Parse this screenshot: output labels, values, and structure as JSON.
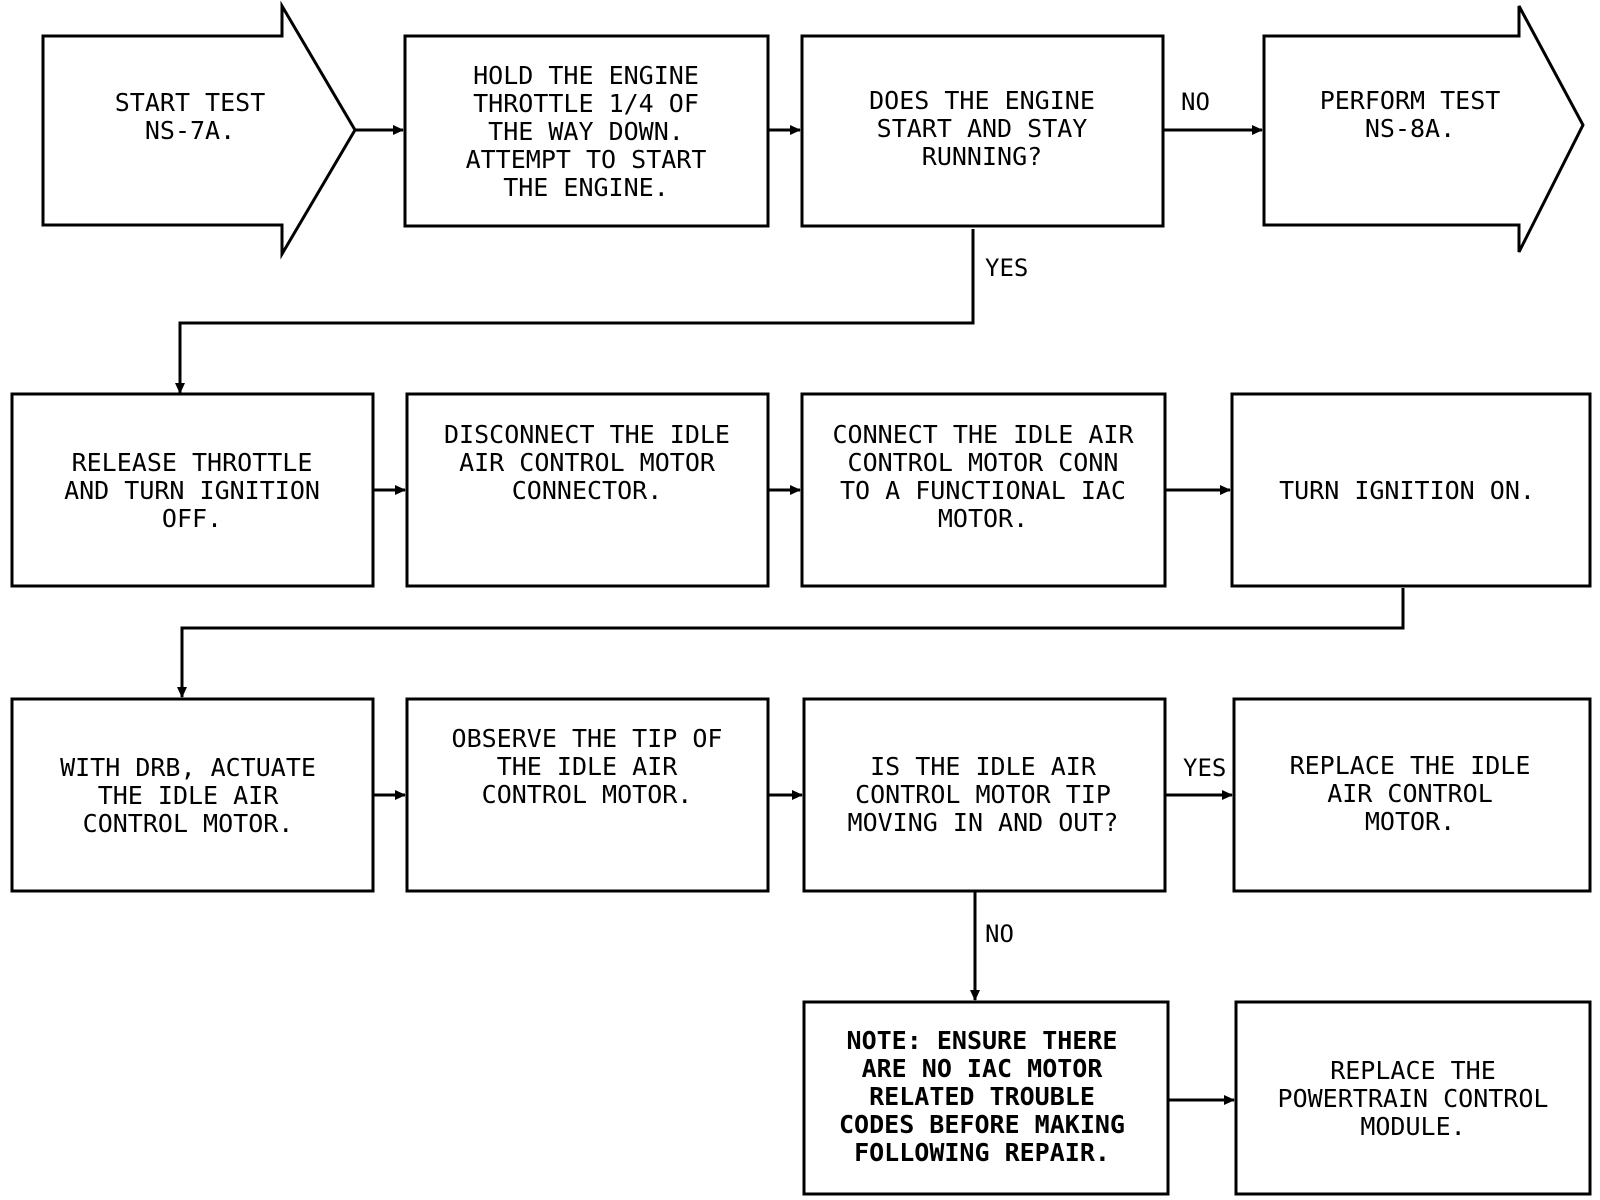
{
  "nodes": {
    "start": {
      "lines": [
        "START TEST",
        "NS-7A."
      ]
    },
    "hold_throttle": {
      "lines": [
        "HOLD THE ENGINE",
        "THROTTLE 1/4 OF",
        "THE WAY DOWN.",
        "ATTEMPT TO START",
        "THE ENGINE."
      ]
    },
    "engine_start_q": {
      "lines": [
        "DOES THE ENGINE",
        "START AND STAY",
        "RUNNING?"
      ]
    },
    "perform_test": {
      "lines": [
        "PERFORM TEST",
        "NS-8A."
      ]
    },
    "release_throttle": {
      "lines": [
        "RELEASE THROTTLE",
        "AND TURN IGNITION",
        "OFF."
      ]
    },
    "disconnect_iac": {
      "lines": [
        "DISCONNECT THE IDLE",
        "AIR CONTROL MOTOR",
        "CONNECTOR."
      ]
    },
    "connect_iac": {
      "lines": [
        "CONNECT THE IDLE AIR",
        "CONTROL MOTOR CONN",
        "TO A FUNCTIONAL IAC",
        "MOTOR."
      ]
    },
    "ignition_on": {
      "lines": [
        "TURN IGNITION ON."
      ]
    },
    "actuate_iac": {
      "lines": [
        "WITH DRB, ACTUATE",
        "THE IDLE AIR",
        "CONTROL MOTOR."
      ]
    },
    "observe_tip": {
      "lines": [
        "OBSERVE THE TIP OF",
        "THE IDLE AIR",
        "CONTROL MOTOR."
      ]
    },
    "tip_moving_q": {
      "lines": [
        "IS THE IDLE AIR",
        "CONTROL MOTOR TIP",
        "MOVING IN AND OUT?"
      ]
    },
    "replace_iac": {
      "lines": [
        "REPLACE THE IDLE",
        "AIR CONTROL",
        "MOTOR."
      ]
    },
    "note": {
      "lines": [
        "NOTE: ENSURE THERE",
        "ARE NO IAC MOTOR",
        "RELATED TROUBLE",
        "CODES BEFORE MAKING",
        "FOLLOWING REPAIR."
      ]
    },
    "replace_pcm": {
      "lines": [
        "REPLACE THE",
        "POWERTRAIN CONTROL",
        "MODULE."
      ]
    }
  },
  "labels": {
    "engine_no": "NO",
    "engine_yes": "YES",
    "tip_yes": "YES",
    "tip_no": "NO"
  }
}
